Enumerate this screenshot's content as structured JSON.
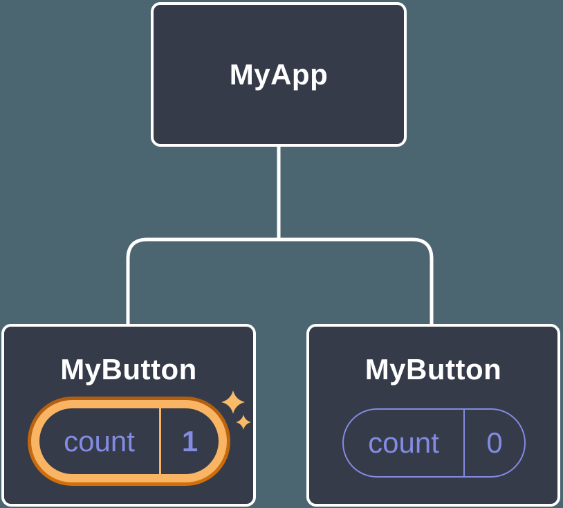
{
  "diagram": {
    "description": "React component tree showing state",
    "root": {
      "label": "MyApp"
    },
    "children": [
      {
        "label": "MyButton",
        "state_name": "count",
        "state_value": "1",
        "highlighted": true
      },
      {
        "label": "MyButton",
        "state_name": "count",
        "state_value": "0",
        "highlighted": false
      }
    ]
  },
  "icons": {
    "sparkle": "sparkle-state-updated"
  },
  "colors": {
    "background": "#4C6671",
    "node_fill": "#353B48",
    "node_border": "#FFFFFF",
    "connector": "#FFFFFF",
    "state_purple": "#838BE3",
    "highlight_ring_dark_top": "#B05E12",
    "highlight_ring_dark_bottom": "#D2710A",
    "highlight_ring_light": "#F9B564",
    "sparkle": "#F8BB67"
  }
}
